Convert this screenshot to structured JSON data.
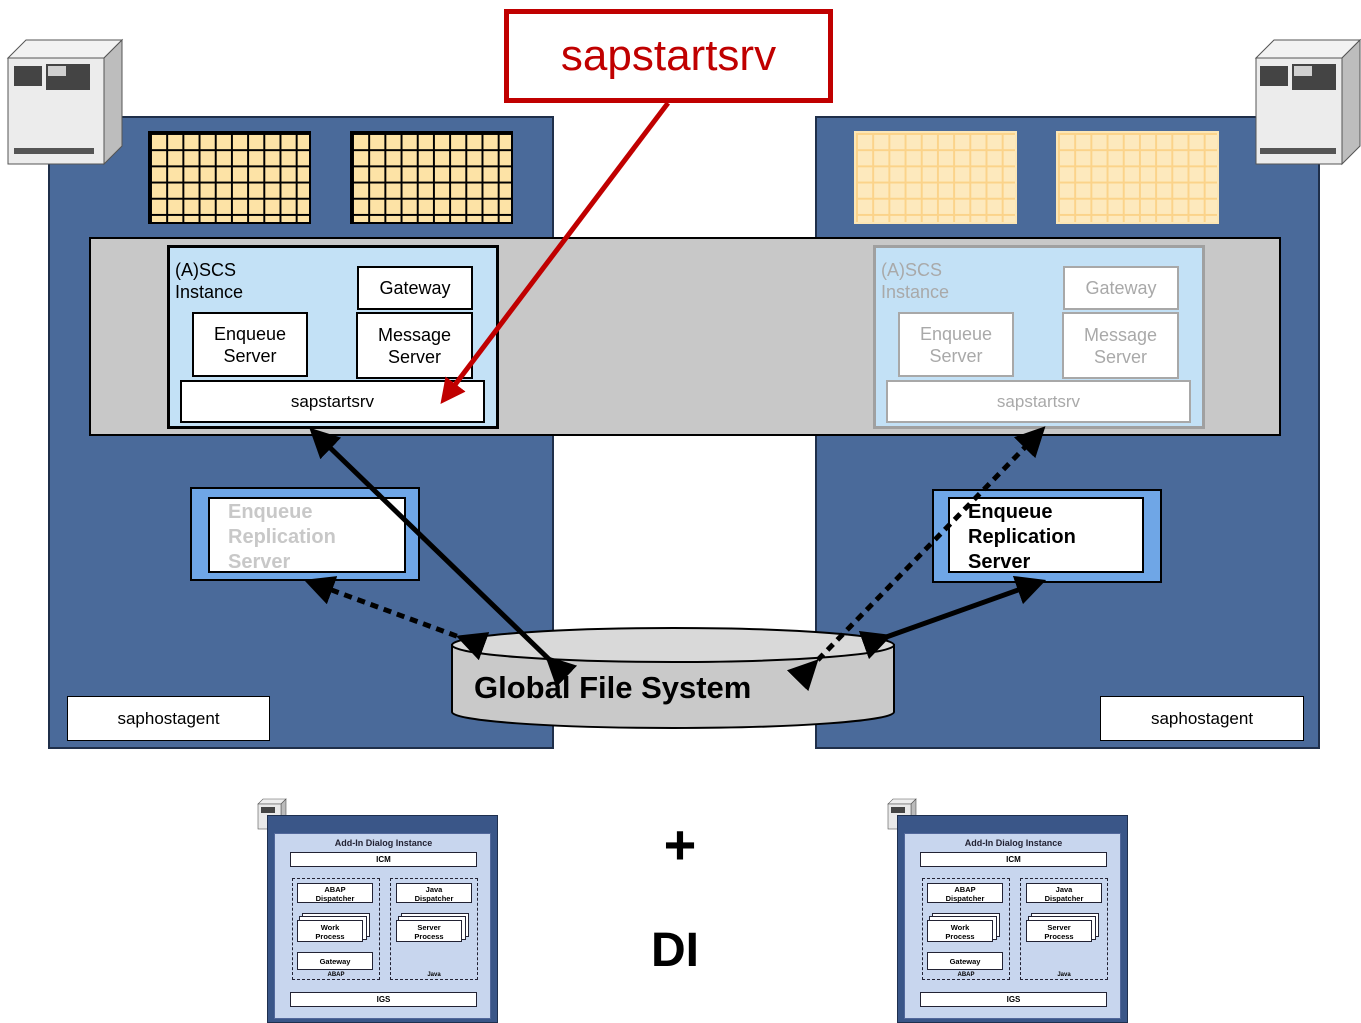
{
  "callout": {
    "label": "sapstartsrv"
  },
  "hosts": [
    {
      "side": "left",
      "state": "active",
      "scs": {
        "title": "(A)SCS\nInstance",
        "gateway": "Gateway",
        "enqueue_server": "Enqueue\nServer",
        "message_server": "Message\nServer",
        "sapstartsrv": "sapstartsrv"
      },
      "ers": {
        "label": "Enqueue\nReplication\nServer",
        "state": "inactive",
        "text_color": "#c8c8c8"
      },
      "agent": "saphostagent"
    },
    {
      "side": "right",
      "state": "passive",
      "scs": {
        "title": "(A)SCS\nInstance",
        "gateway": "Gateway",
        "enqueue_server": "Enqueue\nServer",
        "message_server": "Message\nServer",
        "sapstartsrv": "sapstartsrv"
      },
      "ers": {
        "label": "Enqueue\nReplication\nServer",
        "state": "active",
        "text_color": "#000000"
      },
      "agent": "saphostagent"
    }
  ],
  "storage": {
    "label": "Global File System"
  },
  "plus_sign": "+",
  "di_label": "DI",
  "dialog_instance": {
    "title": "Add-In Dialog Instance",
    "icm": "ICM",
    "abap_dispatcher": "ABAP\nDispatcher",
    "work_process": "Work\nProcess",
    "gateway": "Gateway",
    "abap_caption": "ABAP",
    "java_dispatcher": "Java\nDispatcher",
    "server_process": "Server\nProcess",
    "java_caption": "Java",
    "igs": "IGS"
  },
  "colors": {
    "host_panel": "#4a6a9a",
    "callout_red": "#c00000",
    "scs_fill": "#c3e1f6",
    "ers_fill": "#6fa6e6",
    "band_gray": "#c8c8c8"
  }
}
